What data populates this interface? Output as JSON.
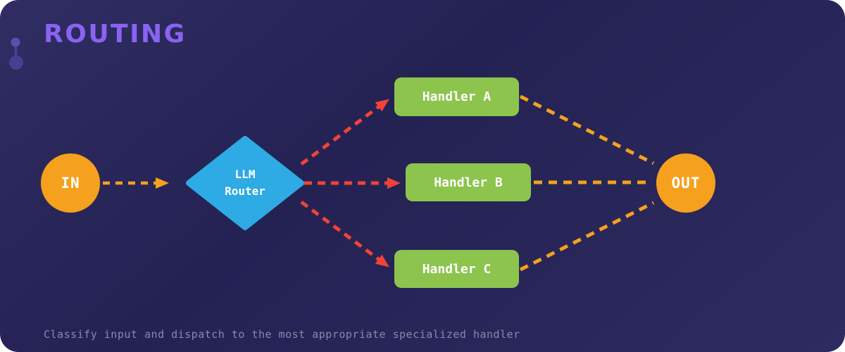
{
  "colors": {
    "card_gradient_start": "#2F2D62",
    "card_gradient_mid": "#242253",
    "card_gradient_end": "#2E2B60",
    "title": "#8A63F2",
    "icon_top": "#5B4EAD",
    "icon_bottom": "#4A3E94",
    "flow_orange": "#F5A11D",
    "flow_red": "#F14336",
    "node_green": "#8CC44E",
    "node_blue": "#2EAAE4",
    "node_orange": "#F5A11D",
    "node_text": "#FFFFFF",
    "caption": "#8A88AC"
  },
  "header": {
    "title": "ROUTING",
    "icon": "node-link-icon"
  },
  "diagram": {
    "input_node": {
      "label": "IN",
      "shape": "circle"
    },
    "router_node": {
      "label_line1": "LLM",
      "label_line2": "Router",
      "shape": "diamond"
    },
    "handlers": [
      {
        "label": "Handler A"
      },
      {
        "label": "Handler B"
      },
      {
        "label": "Handler C"
      }
    ],
    "output_node": {
      "label": "OUT",
      "shape": "circle"
    },
    "connectors": {
      "in_to_router": "orange-dashed-arrow",
      "router_to_handlers": "red-dashed-arrows",
      "handlers_to_out": "orange-dashed-lines"
    }
  },
  "caption": {
    "text": "Classify input and dispatch to the most appropriate specialized handler"
  }
}
